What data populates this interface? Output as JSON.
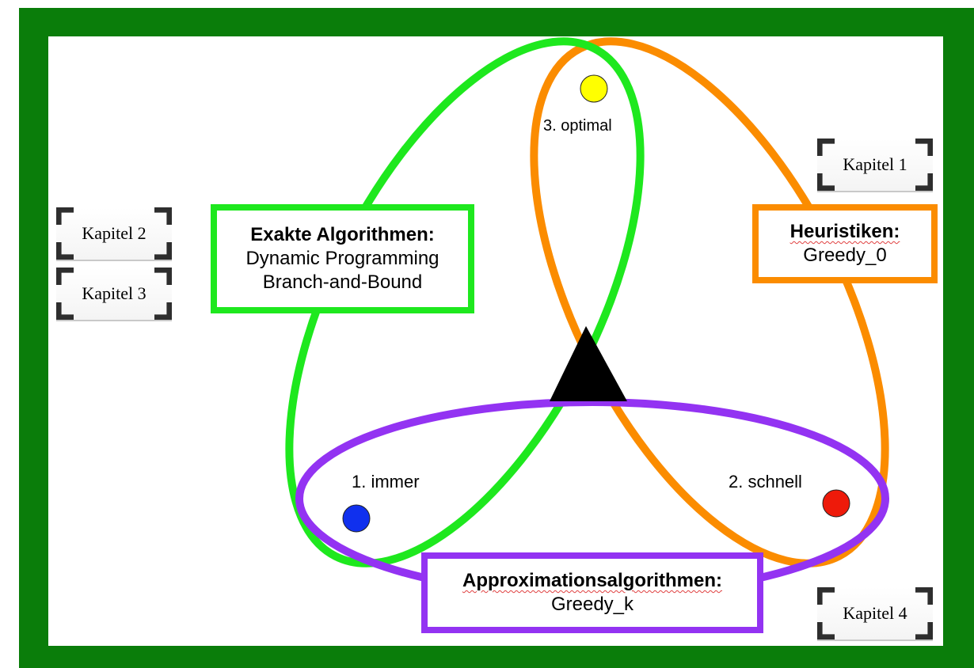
{
  "colors": {
    "frame": "#0a7d0a",
    "exact": "#1ee81e",
    "heuristic": "#fb8c00",
    "approximation": "#9333f2",
    "point_optimal": "#ffff00",
    "point_immer": "#1030ee",
    "point_schnell": "#ee1a0a",
    "center_triangle": "#000000"
  },
  "boxes": {
    "exact": {
      "title": "Exakte Algorithmen:",
      "line1": "Dynamic Programming",
      "line2": "Branch-and-Bound"
    },
    "heuristic": {
      "title": "Heuristiken:",
      "line1": "Greedy_0"
    },
    "approximation": {
      "title": "Approximationsalgorithmen:",
      "line1": "Greedy_k"
    }
  },
  "points": {
    "optimal": "3. optimal",
    "immer": "1. immer",
    "schnell": "2. schnell"
  },
  "chapters": {
    "ch1": "Kapitel 1",
    "ch2": "Kapitel 2",
    "ch3": "Kapitel 3",
    "ch4": "Kapitel 4"
  }
}
